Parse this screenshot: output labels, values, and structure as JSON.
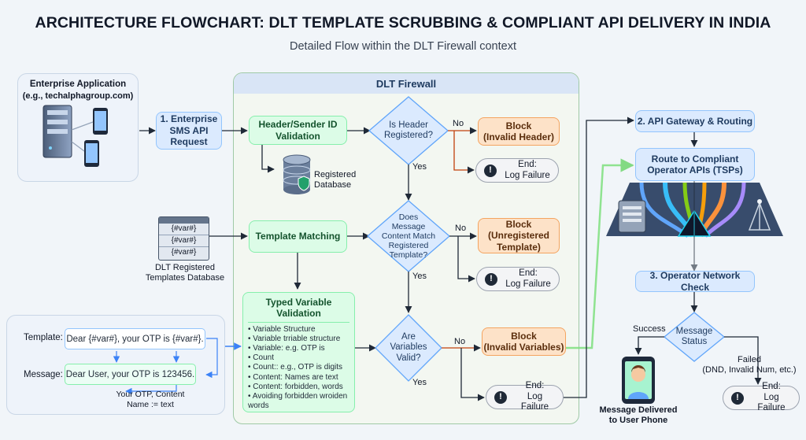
{
  "header": {
    "title": "ARCHITECTURE FLOWCHART: DLT TEMPLATE SCRUBBING & COMPLIANT API DELIVERY IN INDIA",
    "subtitle": "Detailed Flow within the DLT Firewall context"
  },
  "enterprise": {
    "title": "Enterprise Application",
    "domain": "(e.g., techalphagroup.com)"
  },
  "request": {
    "label": "1. Enterprise\nSMS API\nRequest"
  },
  "firewall": {
    "title": "DLT Firewall"
  },
  "header_validation": {
    "label": "Header/Sender ID\nValidation"
  },
  "registered_db": {
    "label": "Registered\nDatabase"
  },
  "decision_header": {
    "label": "Is Header\nRegistered?"
  },
  "block_header": {
    "label": "Block\n(Invalid Header)"
  },
  "end_1": {
    "label": "End:\nLog Failure"
  },
  "templates_db": {
    "rows": [
      "{#var#}",
      "{#var#}",
      "{#var#}"
    ],
    "label": "DLT Registered\nTemplates Database"
  },
  "template_matching": {
    "label": "Template Matching"
  },
  "decision_template": {
    "label": "Does\nMessage\nContent Match\nRegistered\nTemplate?"
  },
  "block_template": {
    "label": "Block\n(Unregistered\nTemplate)"
  },
  "end_2": {
    "label": "End:\nLog Failure"
  },
  "typed_validation": {
    "title": "Typed Variable\nValidation",
    "items": [
      "Variable Structure",
      "Variable trriable structure",
      "Variable: e.g. OTP is",
      "Count",
      "Count:: e.g., OTP is digits",
      "Content: Names are text",
      "Content: forbidden, words",
      "Avoiding forbidden wroiden words"
    ]
  },
  "decision_variables": {
    "label": "Are\nVariables\nValid?"
  },
  "block_variables": {
    "label": "Block\n(Invalid Variables)"
  },
  "end_3": {
    "label": "End:\nLog Failure"
  },
  "example": {
    "template_label": "Template:",
    "template_text": "Dear {#var#}, your OTP is {#var#}.",
    "message_label": "Message:",
    "message_text": "Dear User, your OTP is 123456.",
    "caption": "Your OTP, Content\nName := text"
  },
  "api_gateway": {
    "label": "2. API Gateway & Routing"
  },
  "route": {
    "label": "Route to Compliant\nOperator APIs (TSPs)"
  },
  "operator_check": {
    "label": "3. Operator Network Check"
  },
  "decision_status": {
    "label": "Message\nStatus"
  },
  "delivered": {
    "label": "Message Delivered\nto User Phone"
  },
  "end_4": {
    "label": "End:\nLog Failure"
  },
  "edges": {
    "no_1": "No",
    "yes_1": "Yes",
    "no_2": "No",
    "yes_2": "Yes",
    "no_3": "No",
    "yes_3": "Yes",
    "success": "Success",
    "failed": "Failed\n(DND, Invalid Num, etc.)"
  },
  "colors": {
    "blue_fill": "#dbeafe",
    "green_fill": "#dcfce7",
    "orange_fill": "#fde2c8",
    "line": "#1f2937",
    "glow": "#7ee07e"
  }
}
